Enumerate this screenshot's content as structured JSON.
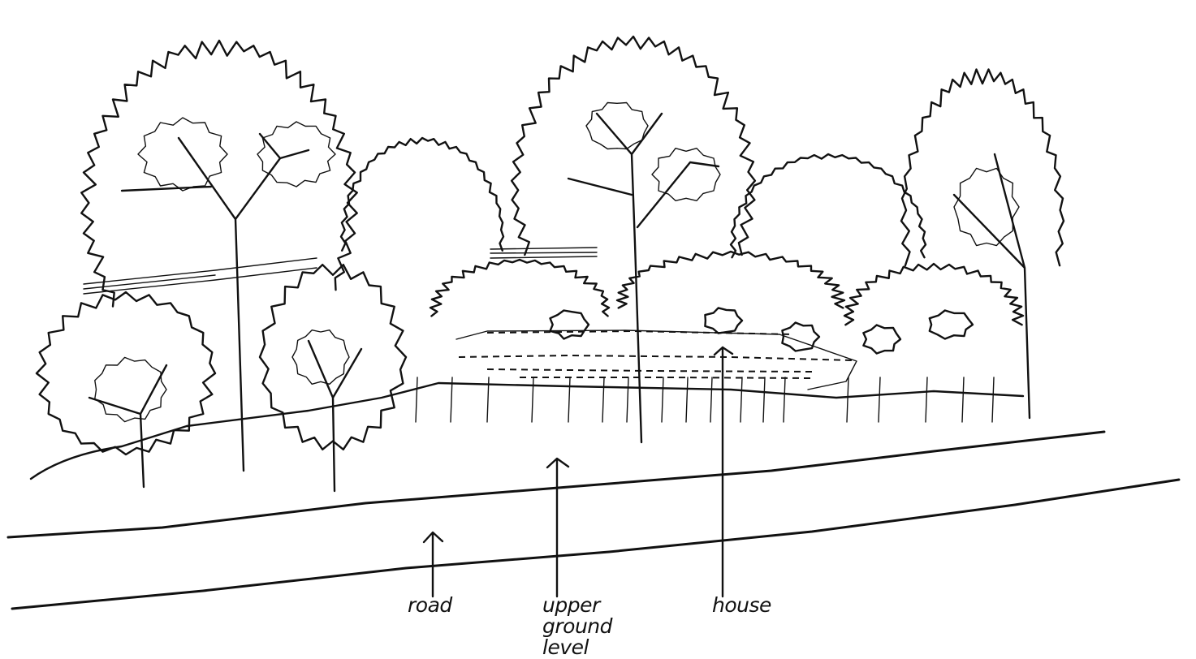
{
  "labels": {
    "road": "road",
    "upper_ground_level": "upper ground level",
    "house": "house"
  },
  "colors": {
    "ink": "#111111",
    "paper": "#ffffff"
  }
}
